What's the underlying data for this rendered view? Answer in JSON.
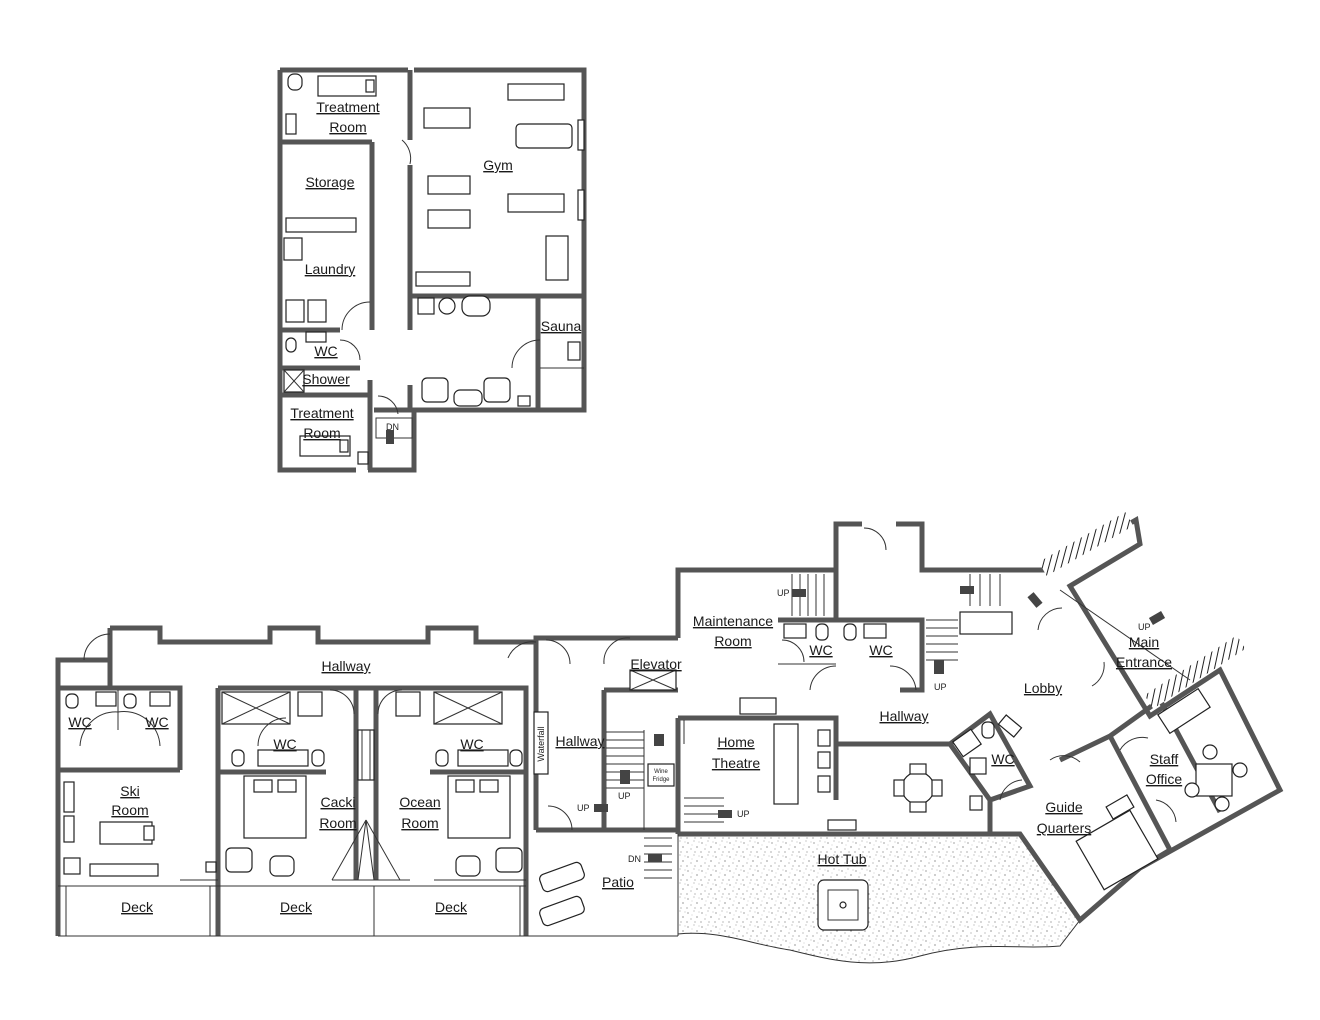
{
  "upper_floor": {
    "rooms": {
      "treatment_room_top_l1": "Treatment",
      "treatment_room_top_l2": "Room",
      "gym": "Gym",
      "storage": "Storage",
      "laundry": "Laundry",
      "wc": "WC",
      "shower": "Shower",
      "treatment_room_bottom_l1": "Treatment",
      "treatment_room_bottom_l2": "Room",
      "sauna": "Sauna"
    },
    "stairs_marker": "DN"
  },
  "main_floor": {
    "rooms": {
      "hallway_top": "Hallway",
      "wc_left_1": "WC",
      "wc_left_2": "WC",
      "ski_l1": "Ski",
      "ski_l2": "Room",
      "wc_suite_1": "WC",
      "cacki_l1": "Cacki",
      "cacki_l2": "Room",
      "ocean_l1": "Ocean",
      "ocean_l2": "Room",
      "wc_suite_2": "WC",
      "waterfall": "Waterfall",
      "hallway_mid": "Hallway",
      "elevator": "Elevator",
      "maintenance_l1": "Maintenance",
      "maintenance_l2": "Room",
      "wc_maint_1": "WC",
      "wc_maint_2": "WC",
      "hallway_right": "Hallway",
      "home_theatre_l1": "Home",
      "home_theatre_l2": "Theatre",
      "lobby": "Lobby",
      "main_entrance_l1": "Main",
      "main_entrance_l2": "Entrance",
      "wc_lobby": "WC",
      "staff_l1": "Staff",
      "staff_l2": "Office",
      "guide_l1": "Guide",
      "guide_l2": "Quarters",
      "deck_1": "Deck",
      "deck_2": "Deck",
      "deck_3": "Deck",
      "patio": "Patio",
      "hot_tub": "Hot Tub",
      "wine_fridge_l1": "Wine",
      "wine_fridge_l2": "Fridge"
    },
    "stair_markers": {
      "up_1": "UP",
      "up_2": "UP",
      "up_3": "UP",
      "up_4": "UP",
      "up_5": "UP",
      "up_6": "UP",
      "dn_1": "DN"
    }
  }
}
